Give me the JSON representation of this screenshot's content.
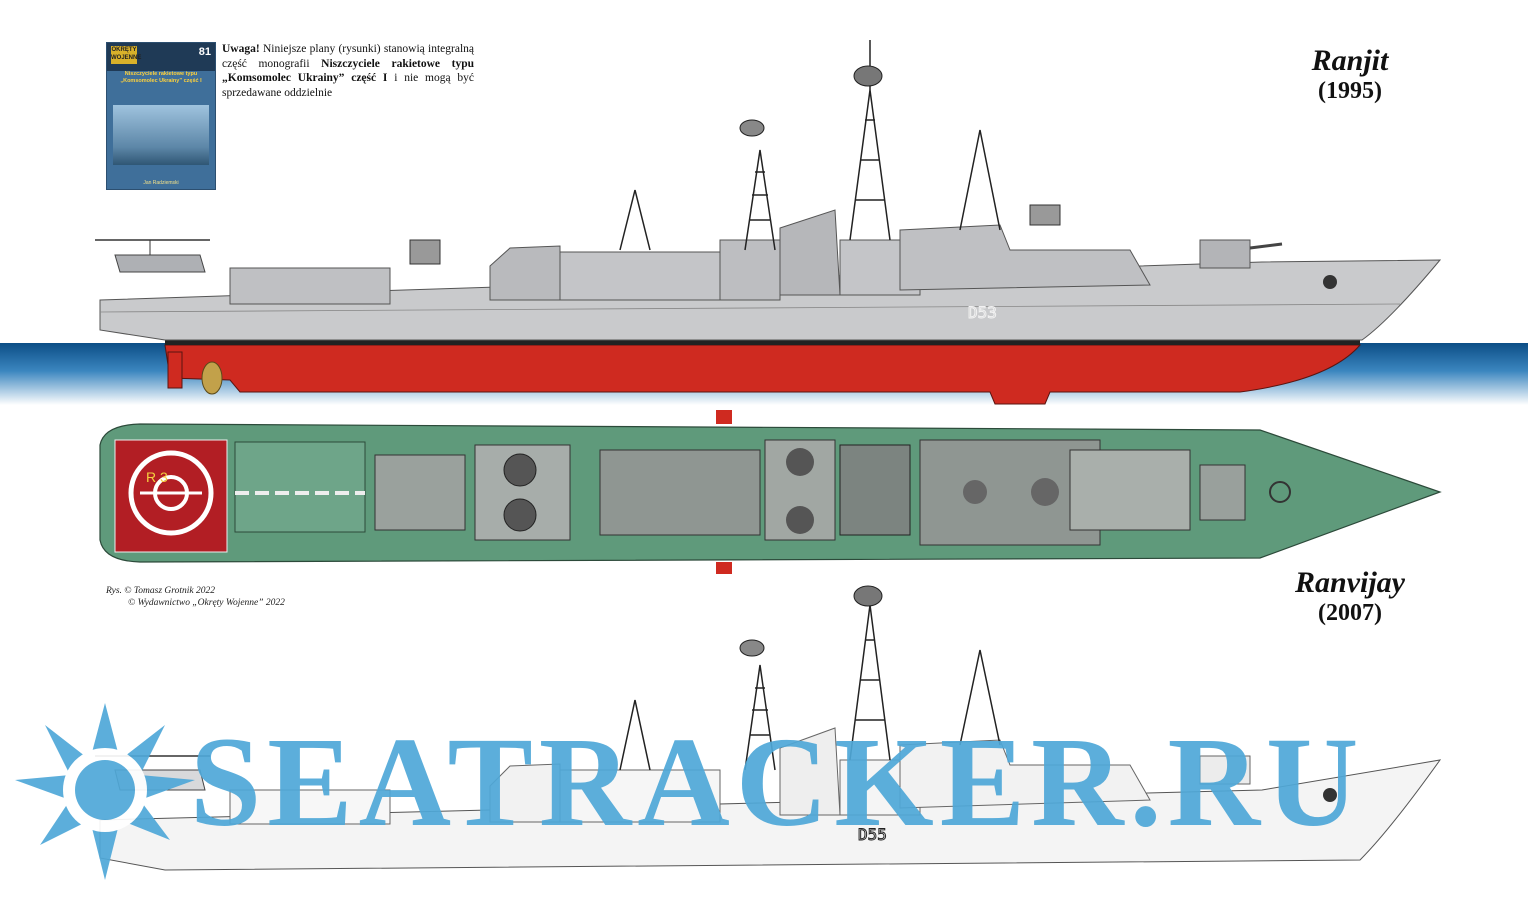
{
  "cover": {
    "logo": "OKRĘTY WOJENNE",
    "number": "81",
    "title": "Niszczyciele rakietowe typu „Komsomolec Ukrainy” część I",
    "author": "Jan Radziemski"
  },
  "notice": {
    "lead": "Uwaga!",
    "text1": " Niniejsze plany (rysunki) stanowią integralną część monografii ",
    "bold": "Niszczyciele rakietowe typu „Komsomolec Ukrainy” część I",
    "text2": " i nie mogą być sprzedawane oddzielnie"
  },
  "ship1": {
    "name": "Ranjit",
    "year": "(1995)",
    "hull_number": "D53"
  },
  "ship2": {
    "name": "Ranvijay",
    "year": "(2007)",
    "hull_number": "D55"
  },
  "helideck_label": "R 3",
  "credits": {
    "line1": "Rys. © Tomasz Grotnik 2022",
    "line2": "© Wydawnictwo „Okręty Wojenne” 2022"
  },
  "watermark": "SEATRACKER.RU",
  "colors": {
    "hull_upper": "#c9cacc",
    "hull_lower": "#cf2a20",
    "deck": "#5f9a7b",
    "helipad": "#b21e24",
    "sea_top": "#0c4e86",
    "watermark": "#4fa8d8"
  }
}
